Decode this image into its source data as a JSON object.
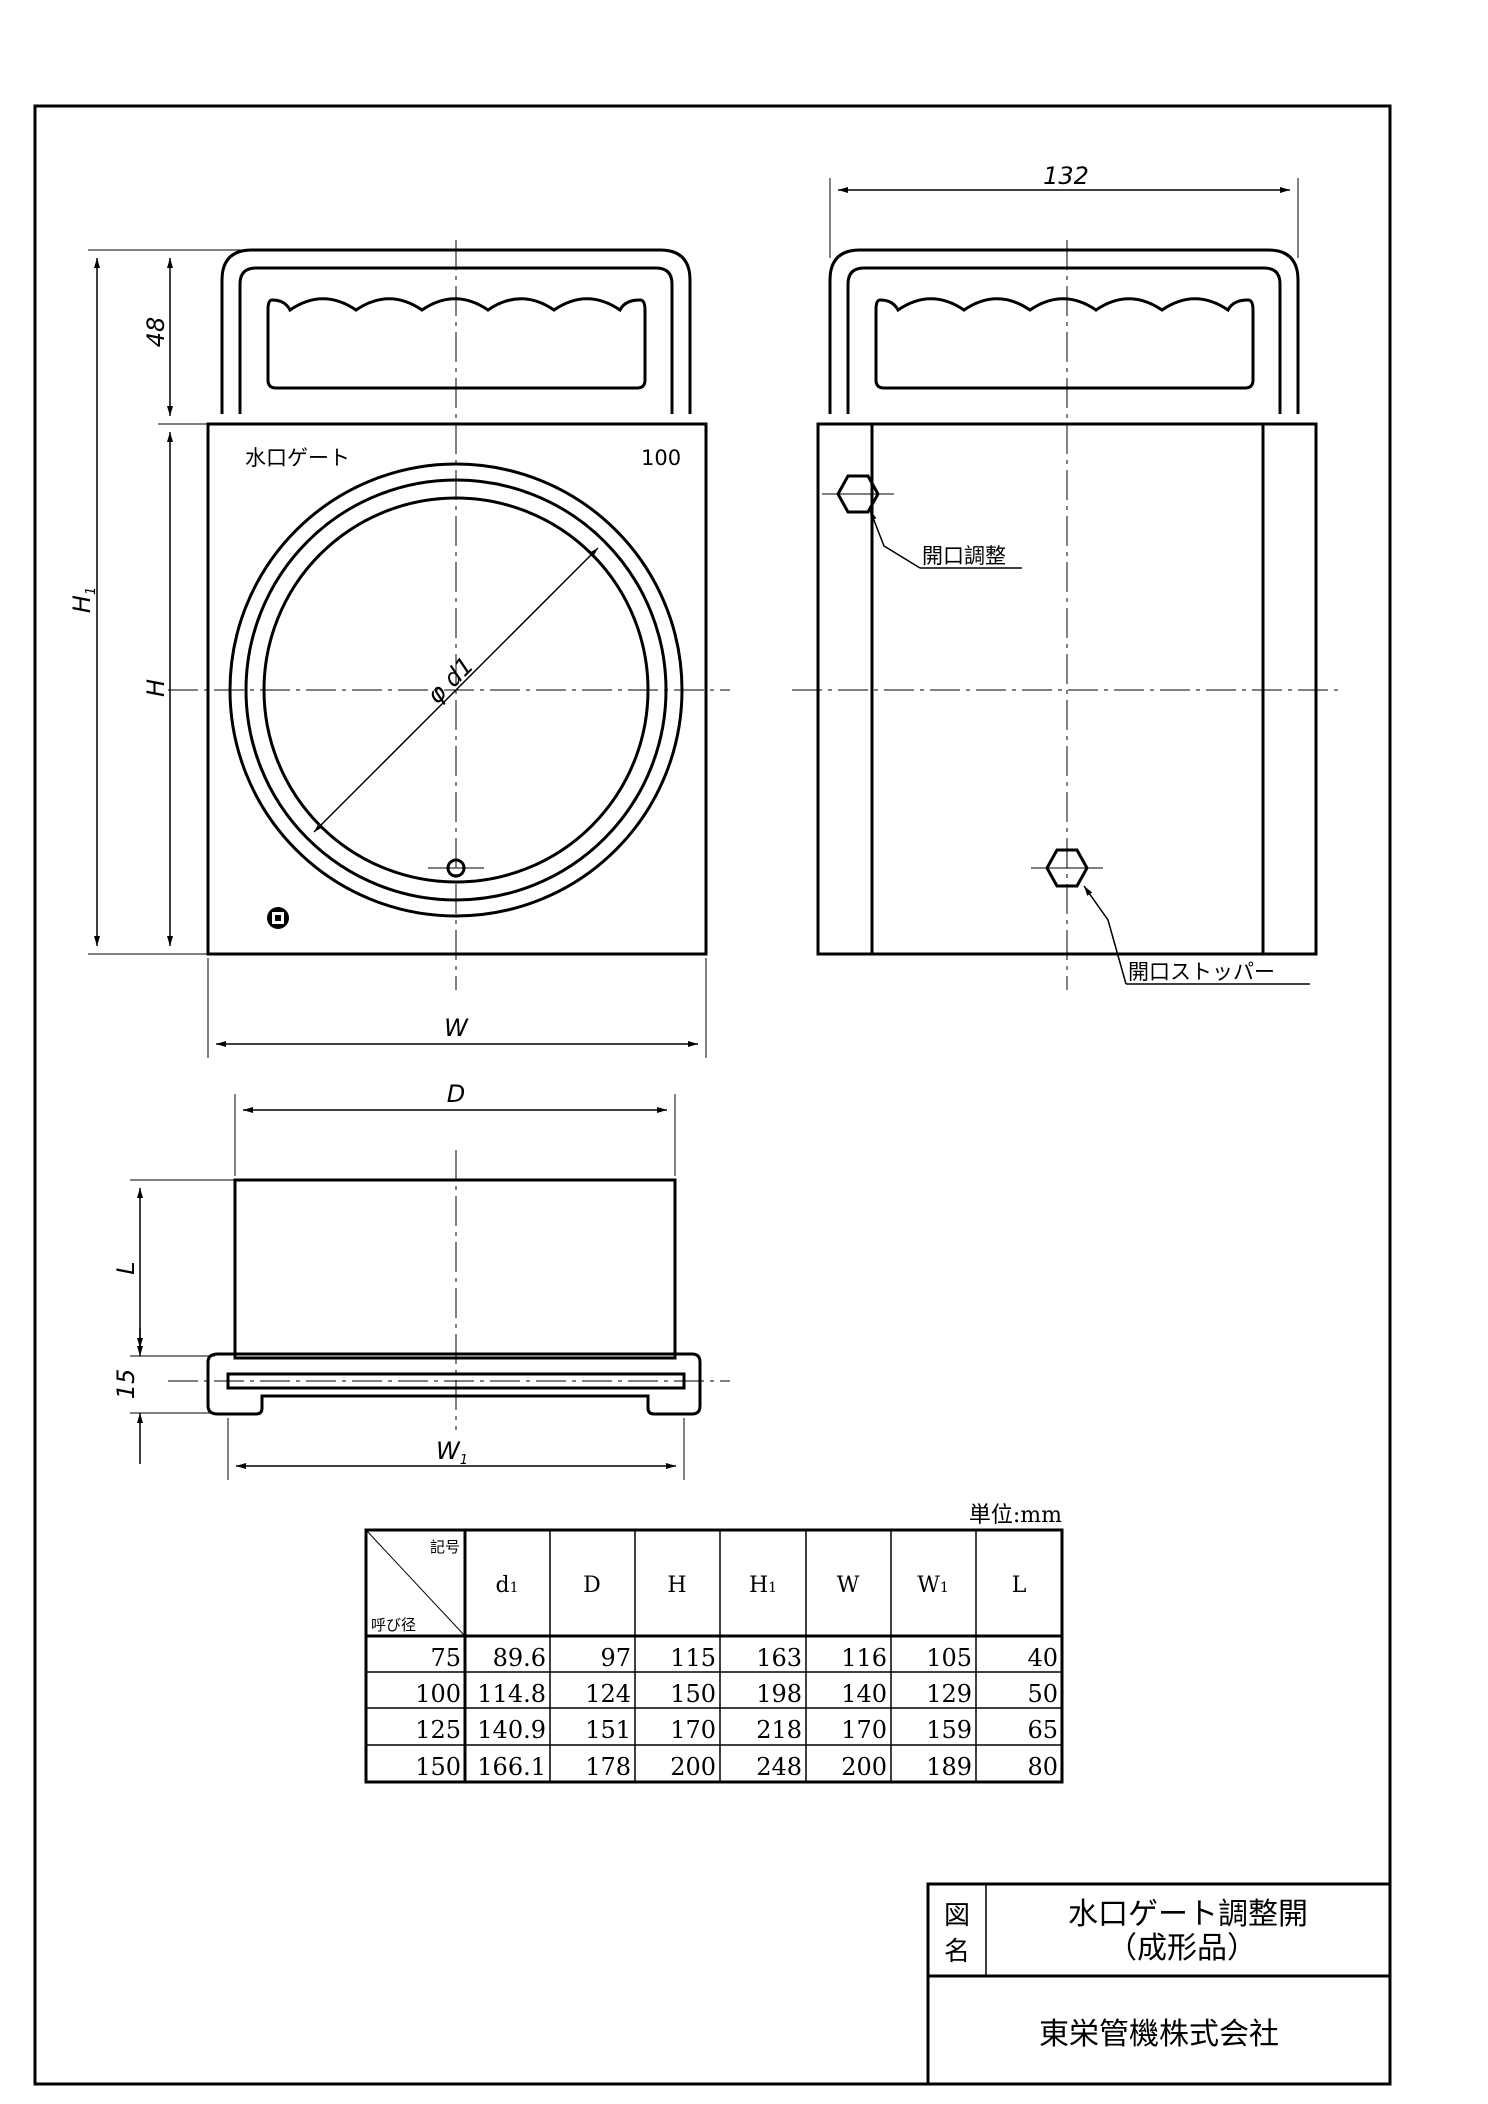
{
  "labels": {
    "plate_name": "水口ゲート",
    "plate_size": "100",
    "opening_adjust": "開口調整",
    "opening_stopper": "開口ストッパー"
  },
  "dimensions": {
    "top_width": "132",
    "handle_height": "48",
    "overall_height": "H",
    "overall_height_sub": "1",
    "body_height": "H",
    "width": "W",
    "depth": "D",
    "length": "L",
    "flange": "15",
    "base_width": "W",
    "base_width_sub": "1",
    "diameter": "φ d1"
  },
  "table": {
    "unit": "単位:mm",
    "corner_top": "記号",
    "corner_bottom": "呼び径",
    "headers": [
      {
        "base": "d",
        "sub": "1"
      },
      {
        "base": "D",
        "sub": ""
      },
      {
        "base": "H",
        "sub": ""
      },
      {
        "base": "H",
        "sub": "1"
      },
      {
        "base": "W",
        "sub": ""
      },
      {
        "base": "W",
        "sub": "1"
      },
      {
        "base": "L",
        "sub": ""
      }
    ],
    "rows": [
      {
        "size": "75",
        "values": [
          "89.6",
          "97",
          "115",
          "163",
          "116",
          "105",
          "40"
        ]
      },
      {
        "size": "100",
        "values": [
          "114.8",
          "124",
          "150",
          "198",
          "140",
          "129",
          "50"
        ]
      },
      {
        "size": "125",
        "values": [
          "140.9",
          "151",
          "170",
          "218",
          "170",
          "159",
          "65"
        ]
      },
      {
        "size": "150",
        "values": [
          "166.1",
          "178",
          "200",
          "248",
          "200",
          "189",
          "80"
        ]
      }
    ]
  },
  "title_block": {
    "drawing_name_label_1": "図",
    "drawing_name_label_2": "名",
    "drawing_name_1": "水口ゲート調整開",
    "drawing_name_2": "（成形品）",
    "company": "東栄管機株式会社"
  }
}
